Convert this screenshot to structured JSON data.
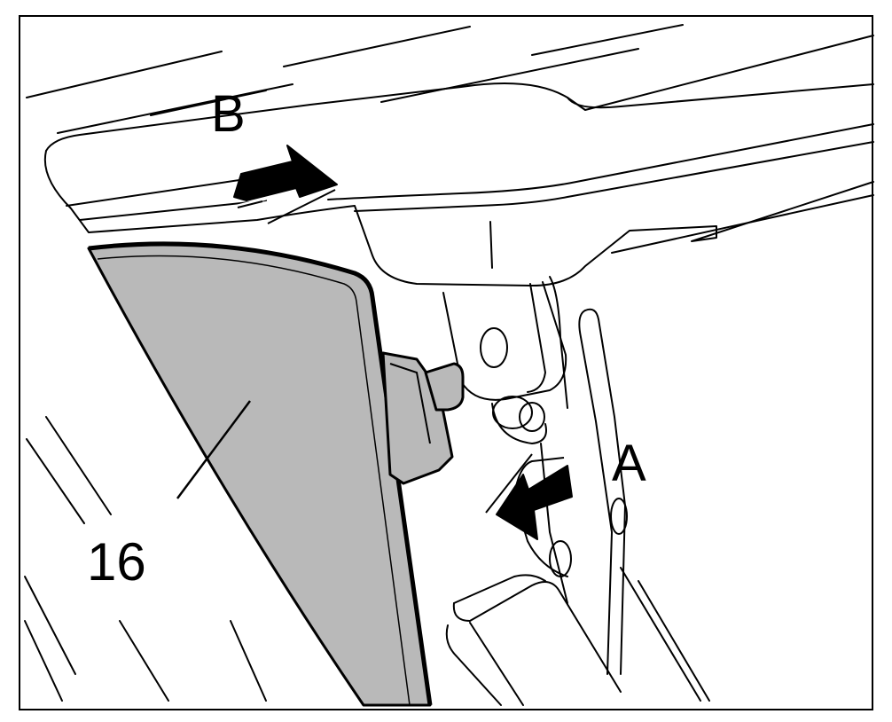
{
  "labels": {
    "b": "B",
    "a": "A",
    "part": "16"
  },
  "colors": {
    "line": "#000000",
    "panel_fill": "#b9b9b9",
    "background": "#ffffff"
  },
  "icons": {
    "arrow_b": "right-arrow",
    "arrow_a": "left-arrow"
  }
}
